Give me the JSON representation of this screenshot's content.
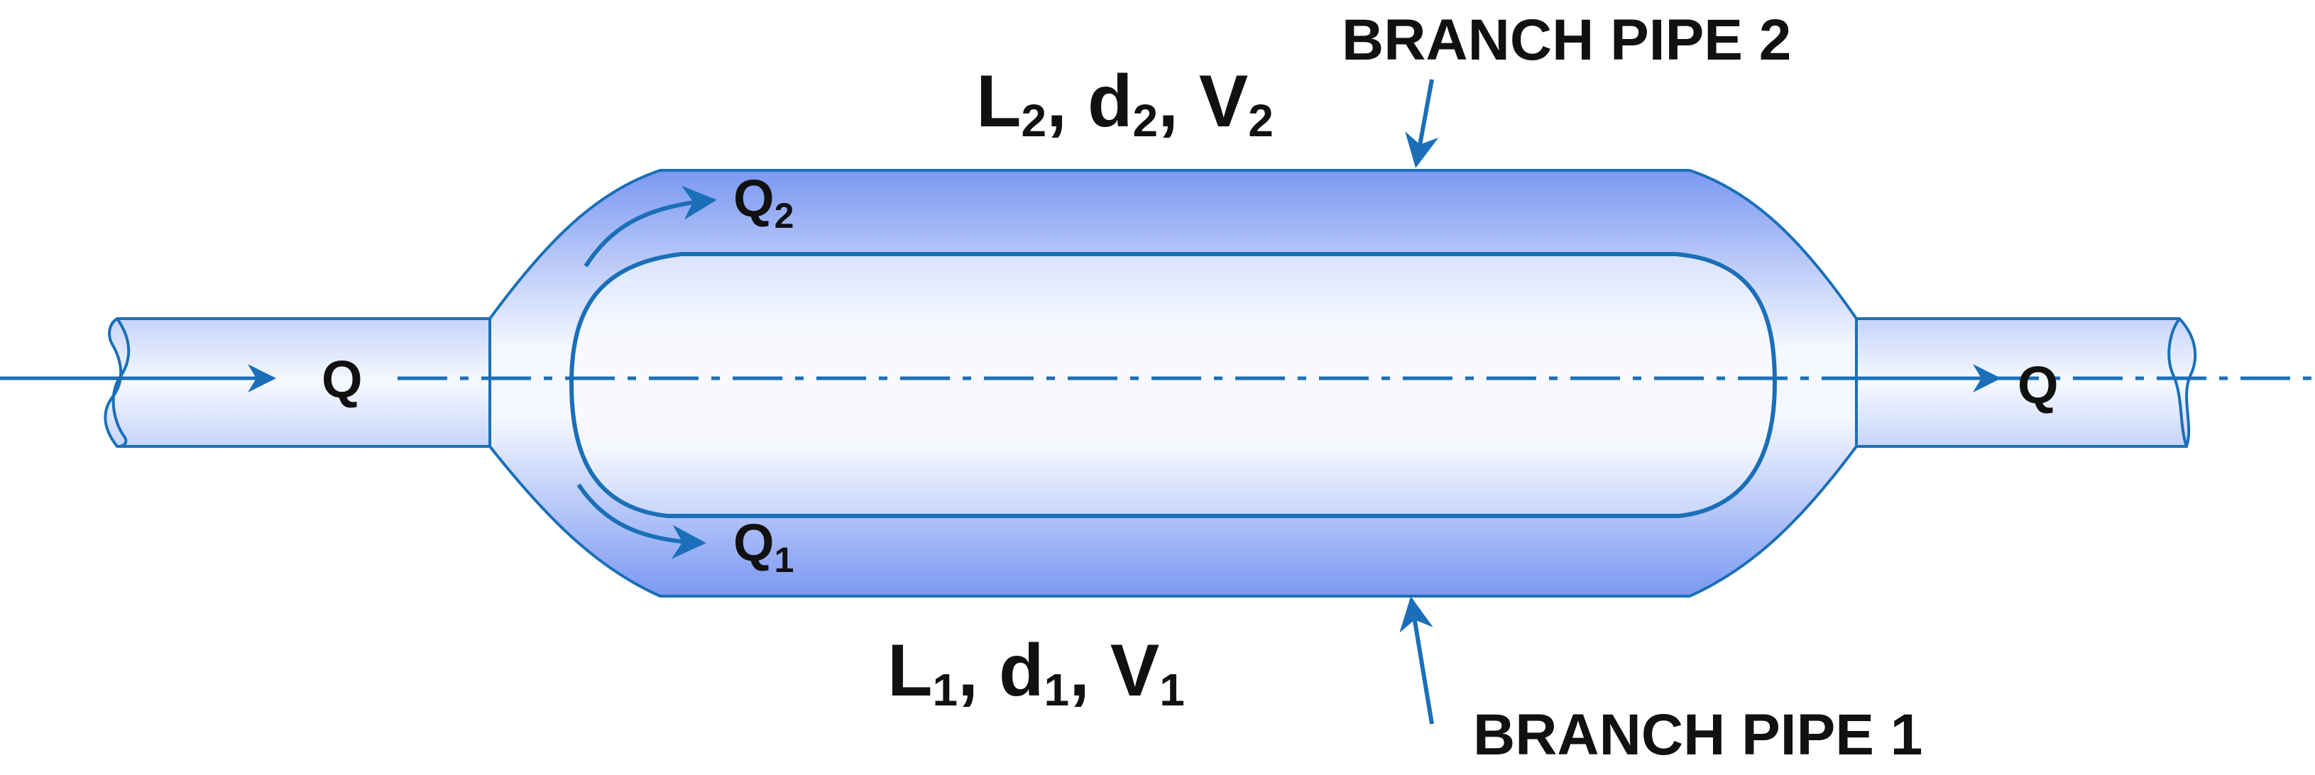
{
  "labels": {
    "branch_pipe_2": "BRANCH PIPE 2",
    "branch_pipe_1": "BRANCH PIPE 1",
    "pipe2_params": {
      "L": "L",
      "d": "d",
      "V": "V",
      "sep": ",",
      "index": "2"
    },
    "pipe1_params": {
      "L": "L",
      "d": "d",
      "V": "V",
      "sep": ",",
      "index": "1"
    },
    "q2": {
      "symbol": "Q",
      "index": "2"
    },
    "q1": {
      "symbol": "Q",
      "index": "1"
    },
    "q_in": "Q",
    "q_out": "Q"
  },
  "colors": {
    "stroke": "#1a6fb8",
    "fill_light": "#f4f8ff",
    "fill_dark": "#7c9cf2",
    "text": "#111111"
  }
}
